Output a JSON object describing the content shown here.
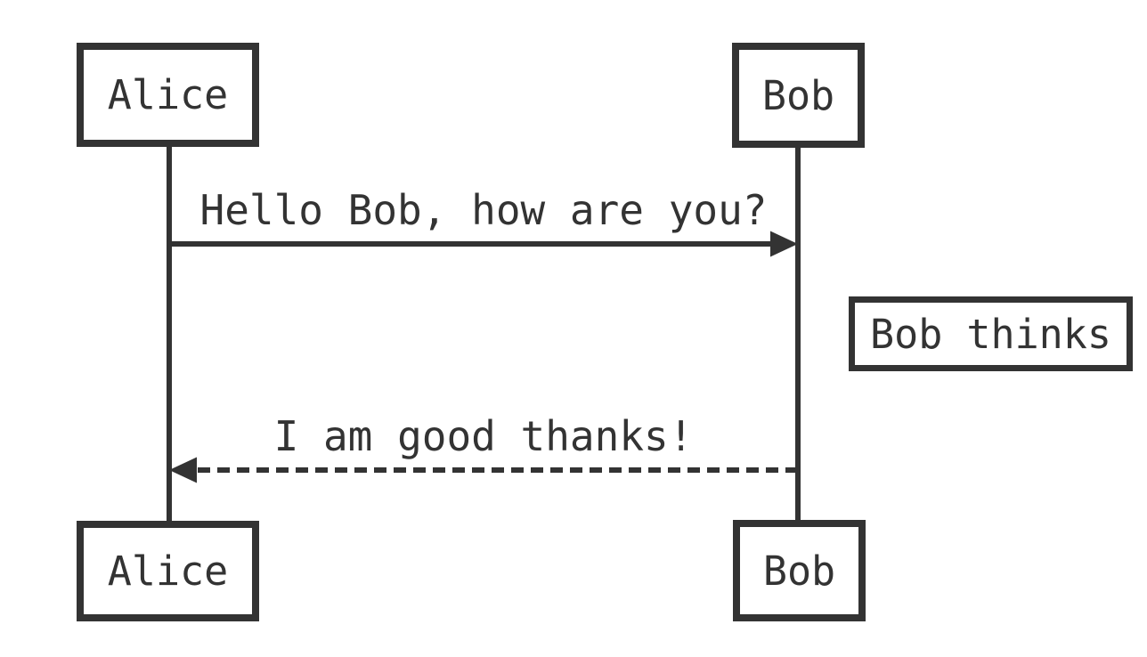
{
  "diagram": {
    "type": "sequence-diagram",
    "background_color": "#ffffff",
    "stroke_color": "#333333",
    "text_color": "#333333",
    "actors": {
      "alice": {
        "label": "Alice"
      },
      "bob": {
        "label": "Bob"
      }
    },
    "messages": [
      {
        "from": "Alice",
        "to": "Bob",
        "text": "Hello Bob, how are you?",
        "line_style": "solid",
        "arrow_direction": "right"
      },
      {
        "from": "Bob",
        "to": "Alice",
        "text": "I am good thanks!",
        "line_style": "dashed",
        "arrow_direction": "left"
      }
    ],
    "note": {
      "text": "Bob thinks",
      "position": "right-of-bob"
    }
  }
}
